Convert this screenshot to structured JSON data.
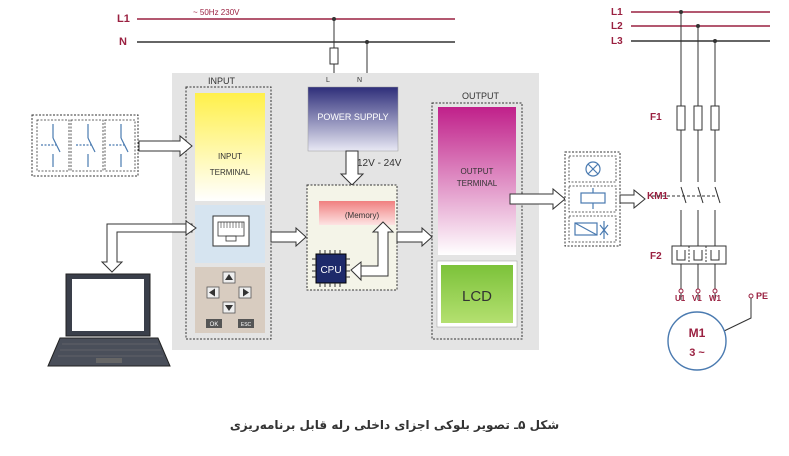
{
  "supply": {
    "l1_label": "L1",
    "n_label": "N",
    "voltage_label": "~ 50Hz  230V"
  },
  "power_supply": {
    "l_label": "L",
    "n_label": "N",
    "title": "POWER SUPPLY",
    "output_voltage": "12V - 24V"
  },
  "input": {
    "section_title": "INPUT",
    "terminal_line1": "INPUT",
    "terminal_line2": "TERMINAL",
    "ok_key": "OK",
    "esc_key": "ESC"
  },
  "cpu_block": {
    "memory_label": "(Memory)",
    "cpu_label": "CPU"
  },
  "output": {
    "section_title": "OUTPUT",
    "terminal_line1": "OUTPUT",
    "terminal_line2": "TERMINAL",
    "lcd_label": "LCD"
  },
  "motor_circuit": {
    "l1": "L1",
    "l2": "L2",
    "l3": "L3",
    "fuse": "F1",
    "contactor": "KM1",
    "overload": "F2",
    "u1": "U1",
    "v1": "V1",
    "w1": "W1",
    "pe": "PE",
    "motor_name": "M1",
    "motor_phase": "3 ~"
  },
  "caption": "شکل ۵ـ تصویر بلوکی اجزای داخلی رله قابل برنامه‌ریزی",
  "colors": {
    "background_panel": "#e6e6e6",
    "input_terminal": "#ffec3a",
    "power_supply": "#3c3c8a",
    "output_terminal": "#c82a8c",
    "memory": "#f08080",
    "lcd": "#8cc83c",
    "wire": "#9a2040"
  }
}
